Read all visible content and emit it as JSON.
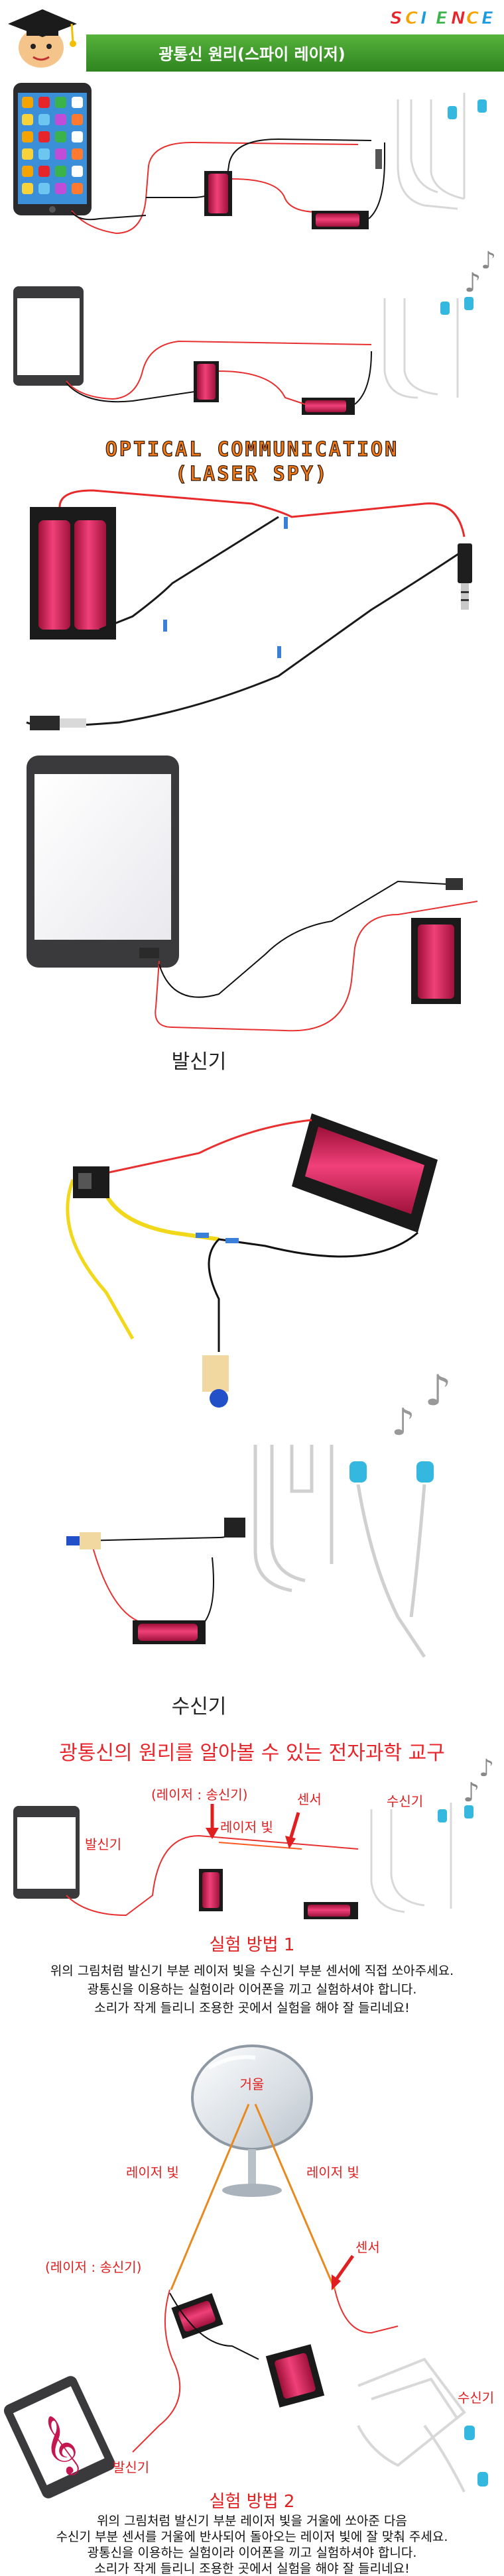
{
  "header": {
    "title": "광통신 원리(스파이 레이저)",
    "science_letters": [
      "S",
      "C",
      "I",
      "E",
      "N",
      "C",
      "E"
    ],
    "science_colors": [
      "#e8242b",
      "#f5a300",
      "#1a9be0",
      "#3ab34a",
      "#e8242b",
      "#f5a300",
      "#1a9be0"
    ],
    "banner_color": "#3f9b2c"
  },
  "section_optical": {
    "line1": "OPTICAL COMMUNICATION",
    "line2": "(LASER SPY)"
  },
  "captions": {
    "transmitter": "발신기",
    "receiver": "수신기",
    "tagline": "광통신의 원리를 알아볼 수 있는 전자과학 교구"
  },
  "method1": {
    "label_transmitter": "발신기",
    "label_laser_sender": "(레이저 : 송신기)",
    "label_laser_light": "레이저 빛",
    "label_sensor": "센서",
    "label_receiver": "수신기",
    "title": "실험 방법 1",
    "lines": [
      "위의 그림처럼 발신기 부분 레이저 빛을 수신기 부분 센서에 직접 쏘아주세요.",
      "광통신을 이용하는 실험이라 이어폰을 끼고 실험하셔야 합니다.",
      "소리가 작게 들리니 조용한 곳에서 실험을 해야 잘 들리네요!"
    ]
  },
  "method2": {
    "label_mirror": "거울",
    "label_laser_left": "레이저 빛",
    "label_laser_right": "레이저 빛",
    "label_laser_sender": "(레이저 : 송신기)",
    "label_sensor": "센서",
    "label_receiver": "수신기",
    "label_transmitter": "발신기",
    "title": "실험 방법 2",
    "lines": [
      "위의 그림처럼 발신기 부분 레이저 빛을 거울에 쏘아준 다음",
      "수신기 부분 센서를 거울에 반사되어 돌아오는 레이저 빛에 잘 맞춰 주세요.",
      "광통신을 이용하는 실험이라 이어폰을 끼고 실험하셔야 합니다.",
      "소리가 작게 들리니 조용한 곳에서 실험을 해야 잘 들리네요!"
    ]
  }
}
